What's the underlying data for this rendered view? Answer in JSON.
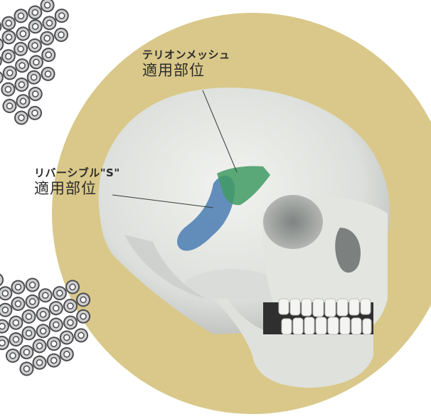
{
  "labels": {
    "terion_mesh": {
      "title": "テリオンメッシュ",
      "subtitle": "適用部位"
    },
    "reversible_s": {
      "title": "リバーシブル\"S\"",
      "subtitle": "適用部位"
    }
  },
  "colors": {
    "background_circle": "#d9c889",
    "skull": "#e6e8e4",
    "skull_shadow": "#b9bcb8",
    "terion_region": "#3f9a63",
    "reversible_region": "#4a7db3",
    "mesh_plate": "#c9cacc"
  }
}
